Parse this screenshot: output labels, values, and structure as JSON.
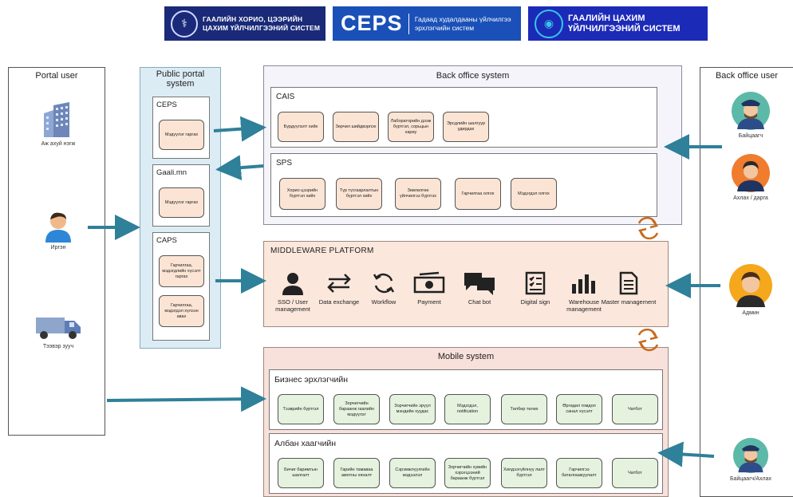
{
  "logos": {
    "customs": {
      "text": "ГААЛИЙН ХОРИО, ЦЭЭРИЙН ЦАХИМ ҮЙЛЧИЛГЭЭНИЙ СИСТЕМ"
    },
    "ceps": {
      "brand": "CEPS",
      "text": "Гадаад худалдааны үйлчилгээ эрхлэгчийн систем"
    },
    "egov": {
      "text": "ГААЛИЙН ЦАХИМ ҮЙЛЧИЛГЭЭНИЙ СИСТЕМ"
    }
  },
  "portal_user": {
    "title": "Portal user",
    "actors": [
      {
        "label": "Аж ахуй нэгж",
        "icon": "building-icon"
      },
      {
        "label": "Иргэн",
        "icon": "citizen-icon"
      },
      {
        "label": "Тээвэр зууч",
        "icon": "truck-icon"
      }
    ]
  },
  "public_portal": {
    "title": "Public portal system",
    "ceps": {
      "title": "CEPS",
      "items": [
        "Мэдүүлэг гаргах"
      ]
    },
    "gaali": {
      "title": "Gaali.mn",
      "items": [
        "Мэдүүлэг гаргах"
      ]
    },
    "caps": {
      "title": "CAPS",
      "items": [
        "Гарчилгаа, мэдэгдлийн хүсэлт гаргах",
        "Гарчилгаа, мэдэгдэл хүлээн авах"
      ]
    }
  },
  "back_office_system": {
    "title": "Back office system",
    "cais": {
      "title": "CAIS",
      "items": [
        "Бүрдүүлэлт хийх",
        "Зөрчил шийдвэрлэх",
        "Лабораторийн дээж бүртгэл, сорьцын хариу",
        "Эрсдлийн шалгуур удирдах"
      ]
    },
    "sps": {
      "title": "SPS",
      "items": [
        "Хорио цээрийн бүртгэл хийх",
        "Түр түсгаарлалтын бүртгэл хийх",
        "Зөвлөлгөө үйлчилгээ бүртгэх",
        "Гарчилгаа олгох",
        "Мэдэгдэл олгох"
      ]
    }
  },
  "back_office_user": {
    "title": "Back office user",
    "actors": [
      {
        "label": "Байцаагч",
        "icon": "inspector-icon"
      },
      {
        "label": "Ахлах / дарга",
        "icon": "manager-icon"
      },
      {
        "label": "Админ",
        "icon": "admin-icon"
      },
      {
        "label": "Байцаагч/Ахлах",
        "icon": "senior-inspector-icon"
      }
    ]
  },
  "middleware": {
    "title": "MIDDLEWARE PLATFORM",
    "items": [
      {
        "label": "SSO / User management",
        "icon": "user-icon"
      },
      {
        "label": "Data exchange",
        "icon": "exchange-icon"
      },
      {
        "label": "Workflow",
        "icon": "workflow-icon"
      },
      {
        "label": "Payment",
        "icon": "payment-icon"
      },
      {
        "label": "Chat bot",
        "icon": "chat-icon"
      },
      {
        "label": "Digital sign",
        "icon": "digital-sign-icon"
      },
      {
        "label": "Warehouse management",
        "icon": "warehouse-icon"
      },
      {
        "label": "Master management",
        "icon": "document-icon"
      }
    ]
  },
  "mobile": {
    "title": "Mobile system",
    "business": {
      "title": "Бизнес эрхлэгчийн",
      "items": [
        "Тээврийн бүртгэл",
        "Зорчигчийн бараанж гаалийн мэдүүлэг",
        "Зорчигчийн эрүүл мэндийн хуудас",
        "Мэдэгдэл, notification",
        "Төлбөр төлөх",
        "Өргөдөл гомдол санал хүсэлт",
        "Чатбот"
      ]
    },
    "official": {
      "title": "Албан хаагчийн",
      "items": [
        "Бичиг баримтын шалгалт",
        "Гарийн тамаваа амотны хяналт",
        "Сэрэмжлүүлгийн мэдээлэл",
        "Зорчигчийн хувийн хэрэгцээний бараанж бүртгэл",
        "Хилдээгүйлнүү лалт бүртгэл",
        "Гарчилгээ баталгаажуулалт",
        "Чатбот"
      ]
    }
  },
  "colors": {
    "arrow": "#2f8099",
    "portal_bg": "#dcecf5",
    "middleware_bg": "#fbe7dc",
    "mobile_bg": "#f9e1db",
    "sync": "#c96a1a"
  }
}
